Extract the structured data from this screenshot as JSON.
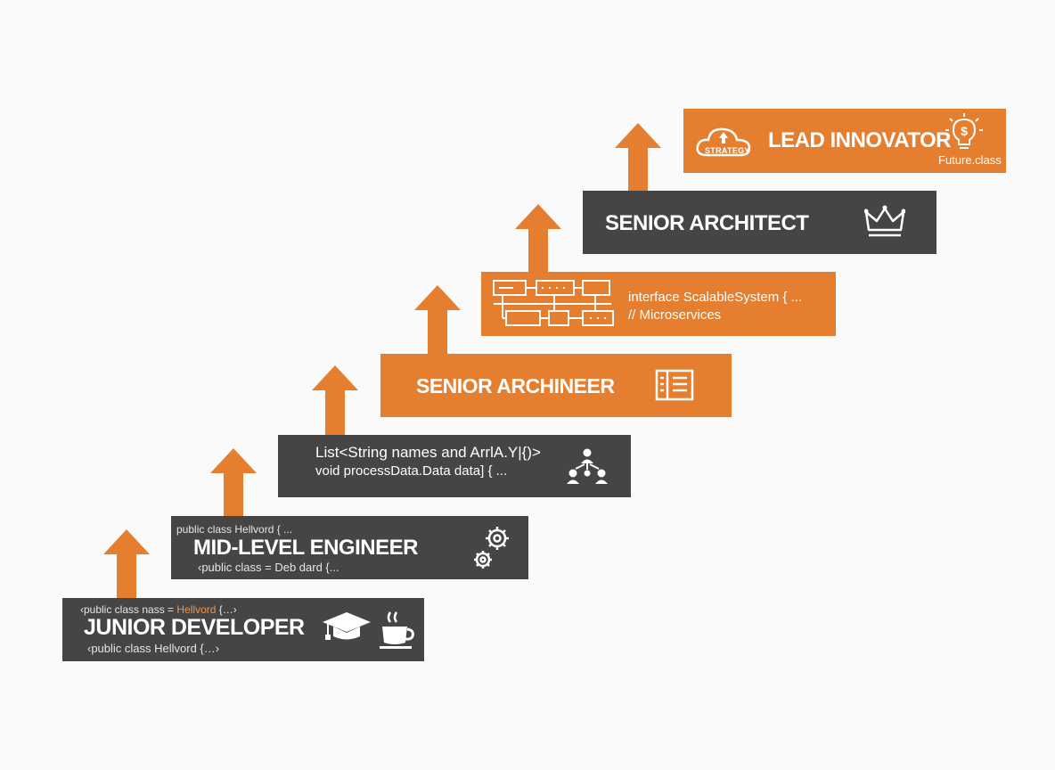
{
  "colors": {
    "orange": "#e57f2f",
    "dark": "#454545",
    "background": "#fafafa"
  },
  "steps": {
    "junior": {
      "code_top_prefix": "‹public class nass = ",
      "code_top_highlight": "Hellvord",
      "code_top_suffix": " {…›",
      "title": "JUNIOR DEVELOPER",
      "code_bottom": "‹public class Hellvord {…›",
      "icons": [
        "graduation-cap-icon",
        "coffee-cup-icon"
      ]
    },
    "mid": {
      "code_top": "public class Hellvord { ...",
      "title": "MID-LEVEL ENGINEER",
      "code_bottom": "‹public class = Deb dard {...",
      "icons": [
        "gears-icon"
      ]
    },
    "data": {
      "code_line1": "List<String names and ArrlA.Y|{)>",
      "code_line2": "void processData.Data data] { ...",
      "icons": [
        "team-hierarchy-icon"
      ]
    },
    "archineer": {
      "title": "SENIOR ARCHINEER",
      "icons": [
        "document-icon"
      ]
    },
    "scalable": {
      "code_line1": "interface ScalableSystem { ...",
      "code_line2": "// Microservices",
      "icons": [
        "system-diagram-icon"
      ]
    },
    "architect": {
      "title": "SENIOR ARCHITECT",
      "icons": [
        "crown-icon"
      ]
    },
    "lead": {
      "title": "LEAD INNOVATOR",
      "badge": "STRATEGY",
      "file": "Future.class",
      "icons": [
        "strategy-cloud-icon",
        "lightbulb-dollar-icon"
      ]
    }
  }
}
